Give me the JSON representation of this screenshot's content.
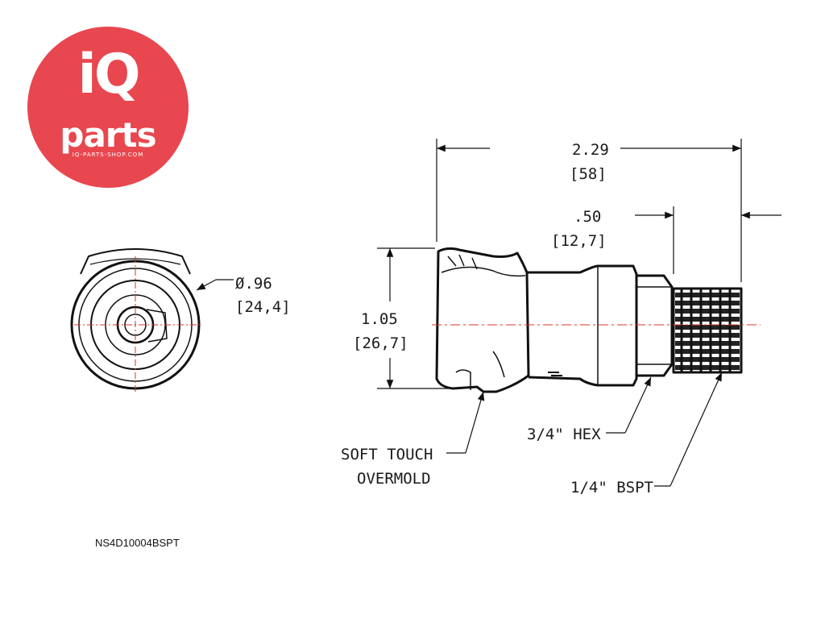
{
  "logo": {
    "word1": "iQ",
    "word2": "parts",
    "url": "IQ-PARTS-SHOP.COM",
    "color": "#e8474f"
  },
  "dimensions": {
    "overall_length": "2.29",
    "overall_length_mm": "[58]",
    "thread_length": ".50",
    "thread_length_mm": "[12,7]",
    "height": "1.05",
    "height_mm": "[26,7]",
    "diameter": "Ø.96",
    "diameter_mm": "[24,4]"
  },
  "callouts": {
    "overmold_line1": "SOFT TOUCH",
    "overmold_line2": "OVERMOLD",
    "hex": "3/4\" HEX",
    "thread": "1/4\" BSPT"
  },
  "part_number": "NS4D10004BSPT"
}
